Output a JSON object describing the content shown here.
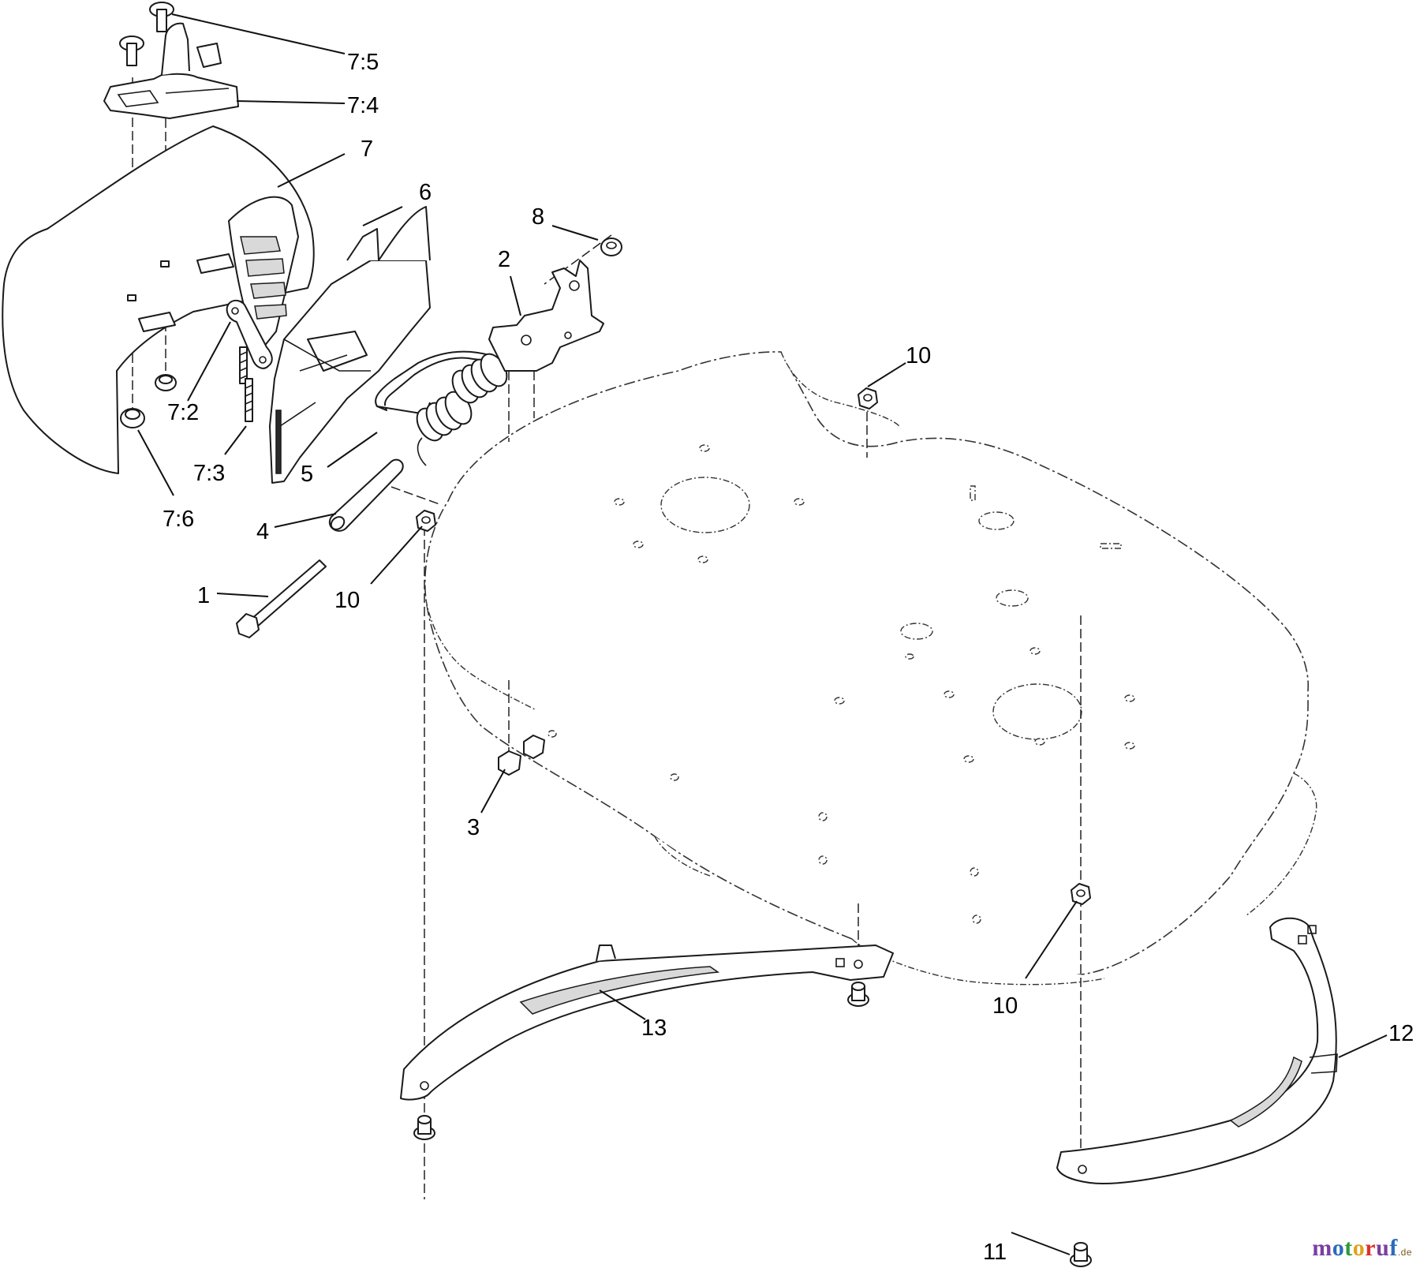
{
  "callouts": {
    "c75": "7:5",
    "c74": "7:4",
    "c7": "7",
    "c6": "6",
    "c8": "8",
    "c2": "2",
    "c10a": "10",
    "c72": "7:2",
    "c73": "7:3",
    "c5": "5",
    "c76": "7:6",
    "c4": "4",
    "c1": "1",
    "c10b": "10",
    "c3": "3",
    "c13": "13",
    "c10c": "10",
    "c12": "12",
    "c11": "11"
  },
  "watermark": {
    "letters": [
      "m",
      "o",
      "t",
      "o",
      "r",
      "u",
      "f"
    ],
    "letter_colors": [
      "#7a3fa0",
      "#2a6bbd",
      "#2f9a3a",
      "#e0a11b",
      "#d9342b",
      "#7a3fa0",
      "#2a6bbd"
    ],
    "suffix": ".de"
  }
}
